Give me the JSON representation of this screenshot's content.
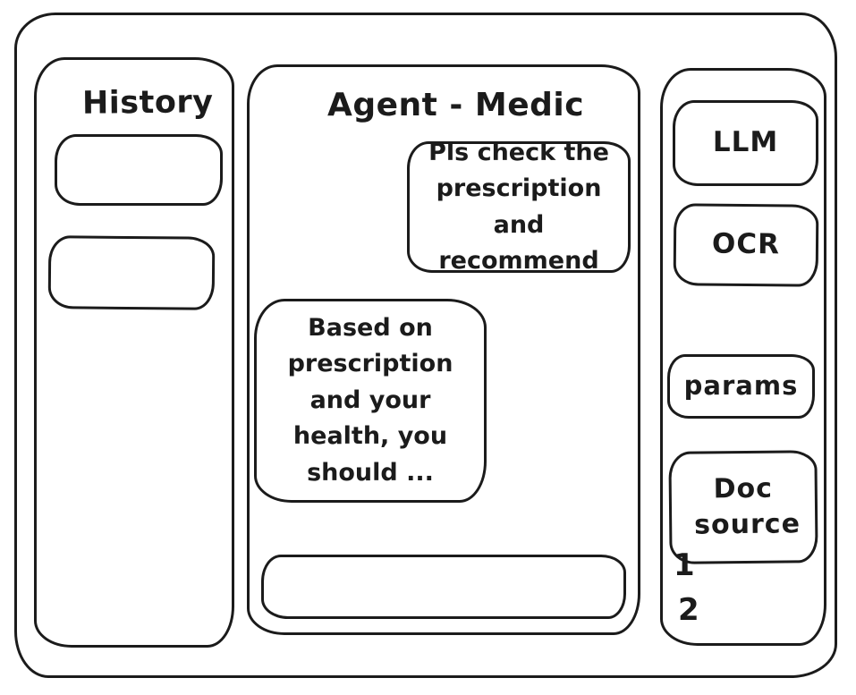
{
  "window": {
    "ink_color": "#1b1b1b",
    "background_color": "#ffffff"
  },
  "history_panel": {
    "title": "History"
  },
  "chat_panel": {
    "title": "Agent - Medic",
    "user_message": "Pls check the prescription and recommend",
    "agent_message": "Based on prescription and your health, you should ...",
    "input_value": ""
  },
  "tools_panel": {
    "llm_label": "LLM",
    "ocr_label": "OCR",
    "params_label": "params",
    "doc_source_label": "Doc source",
    "doc_source_items": [
      "1",
      "2"
    ]
  }
}
